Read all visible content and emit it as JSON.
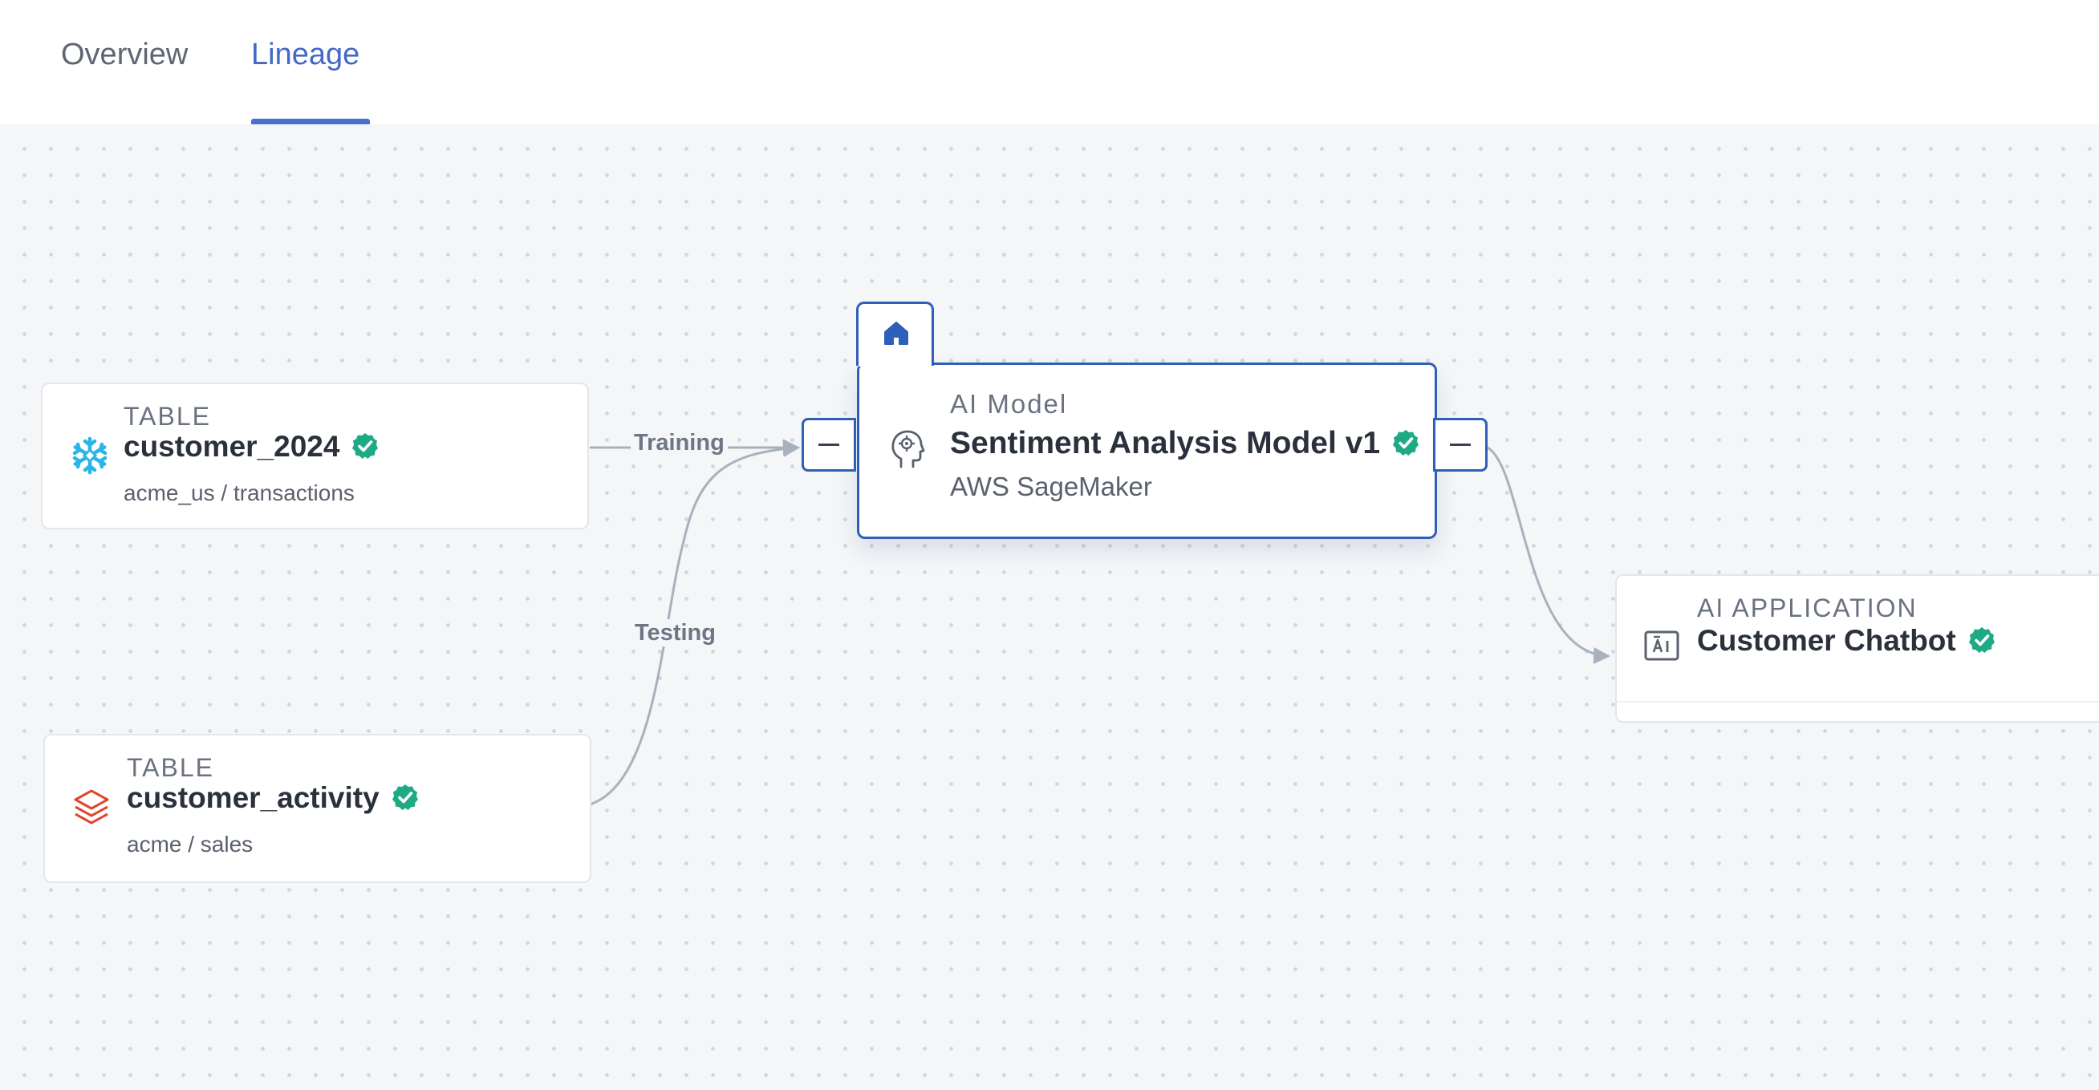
{
  "tabs": [
    {
      "label": "Overview",
      "active": false
    },
    {
      "label": "Lineage",
      "active": true
    }
  ],
  "colors": {
    "accent": "#2f5fb9",
    "active_tab": "#4468c8",
    "verified": "#1faa86",
    "snowflake": "#29b5e8",
    "databricks": "#e0462d"
  },
  "nodes": {
    "customer_2024": {
      "type": "TABLE",
      "name": "customer_2024",
      "path": "acme_us / transactions",
      "icon": "snowflake-icon",
      "verified": true
    },
    "customer_activity": {
      "type": "TABLE",
      "name": "customer_activity",
      "path": "acme / sales",
      "icon": "databricks-layers-icon",
      "verified": true
    },
    "model": {
      "type": "AI Model",
      "name": "Sentiment Analysis Model v1",
      "path": "AWS SageMaker",
      "icon": "brain-head-icon",
      "verified": true,
      "home_icon": "home-icon"
    },
    "chatbot": {
      "type": "AI APPLICATION",
      "name": "Customer Chatbot",
      "icon": "ai-app-icon",
      "verified": true
    }
  },
  "edges": {
    "training_label": "Training",
    "testing_label": "Testing"
  }
}
